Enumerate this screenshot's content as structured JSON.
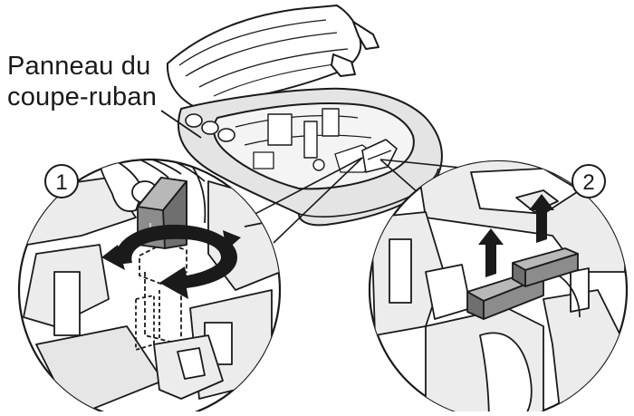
{
  "callout": {
    "line1": "Panneau du",
    "line2": "coupe-ruban"
  },
  "steps": {
    "step1": "1",
    "step2": "2"
  },
  "colors": {
    "ink": "#1a1a1a",
    "device_shade": "#d9d9d9",
    "panel_shade": "#8c8c8c",
    "arrow_fill": "#1a1a1a"
  },
  "icons": {
    "rotate_arrow": "circular-arrow-icon",
    "lift_arrow": "up-arrow-icon"
  }
}
